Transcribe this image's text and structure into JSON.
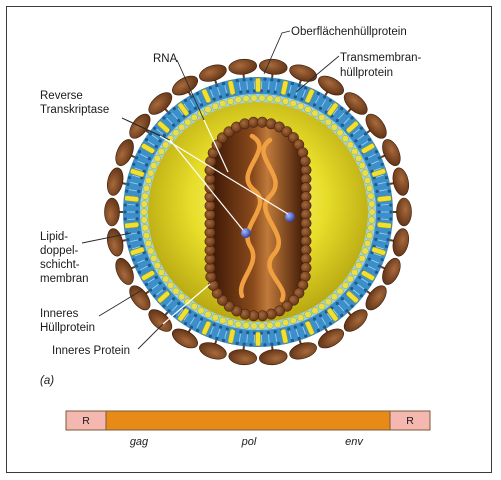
{
  "labels": {
    "surface_protein": "Oberflächenhüllprotein",
    "rna": "RNA",
    "transmembrane_1": "Transmembran-",
    "transmembrane_2": "hüllprotein",
    "reverse_1": "Reverse",
    "reverse_2": "Transkriptase",
    "lipid_1": "Lipid-",
    "lipid_2": "doppel-",
    "lipid_3": "schicht-",
    "lipid_4": "membran",
    "inner_shell_1": "Inneres",
    "inner_shell_2": "Hüllprotein",
    "inner_protein": "Inneres Protein",
    "panel": "(a)"
  },
  "genome": {
    "ltr_left": "R",
    "ltr_right": "R",
    "genes": [
      "gag",
      "pol",
      "env"
    ]
  },
  "colors": {
    "surface_protein": "#7a4a2a",
    "membrane": "#3c8fc8",
    "transmembrane": "#f2e030",
    "capsid": "#dcd21a",
    "core": "#4a2208",
    "rna": "#f0a040",
    "genome_bar": "#e88a18",
    "ltr": "#f4b8b0"
  }
}
